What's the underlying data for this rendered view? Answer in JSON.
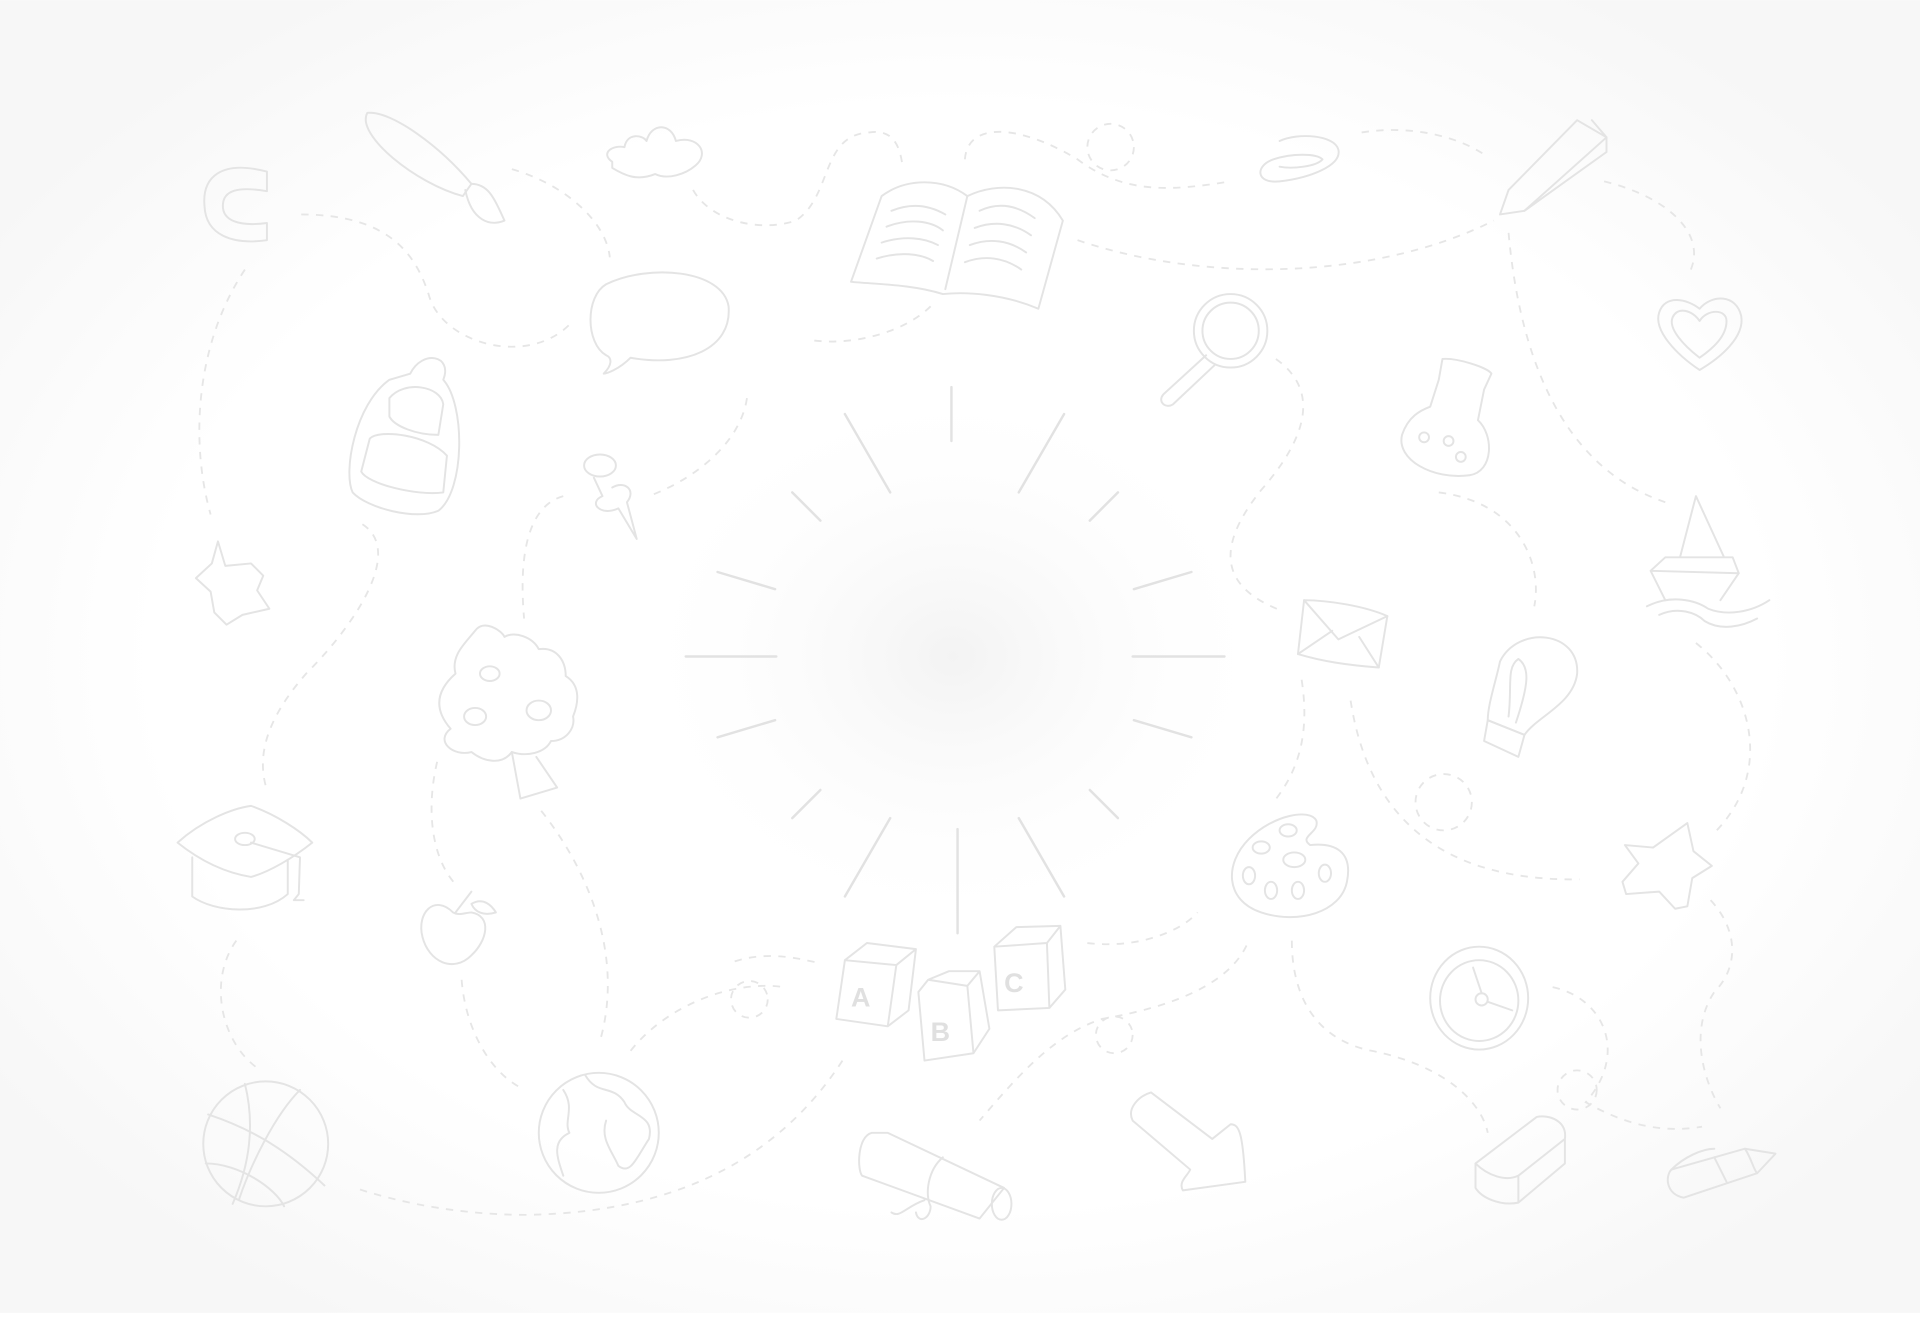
{
  "illustration": {
    "state": "loading",
    "blocks": [
      "A",
      "B",
      "C"
    ],
    "colors": {
      "background": "#ffffff",
      "stroke": "#e4e4e4",
      "glow": "#f4f4f4"
    }
  }
}
